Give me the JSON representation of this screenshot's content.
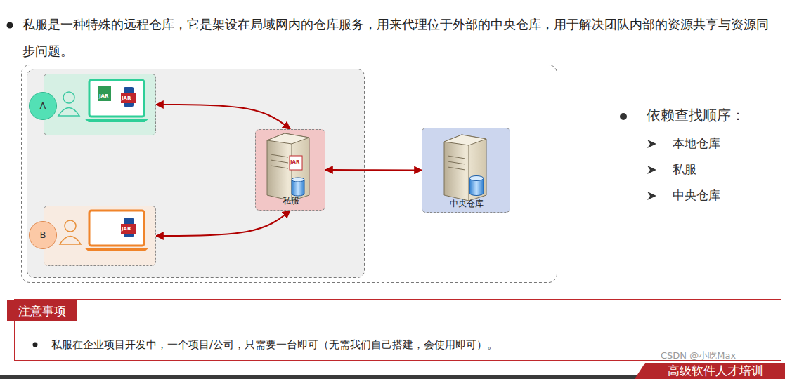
{
  "diagram": {
    "nodes": [
      {
        "text": [
          "A"
        ]
      },
      {
        "text": [
          "私服"
        ]
      },
      {
        "text": [
          "中央仓库"
        ]
      },
      {
        "text": [
          "B"
        ]
      },
      {
        "text": [
          "注意事项",
          "私服在企业项目开发中，一个项目/公司，只需要一台即可（无需我们自己搭建，会使用即可）。"
        ]
      },
      {
        "text": [
          "高级软件人才培训"
        ]
      }
    ],
    "edges": [
      {
        "from": 0,
        "to": 1,
        "arrow": "both"
      },
      {
        "from": 3,
        "to": 1,
        "arrow": "both"
      },
      {
        "from": 1,
        "to": 2,
        "arrow": "both"
      }
    ],
    "labels": [
      "私服是一种特殊的远程仓库，它是架设在局域网内的仓库服务，用来代理位于外部的中央仓库，用于解决团队内部的资源共享与资源同步问题。",
      "依赖查找顺序：",
      "本地仓库",
      "私服",
      "中央仓库",
      "CSDN @小吃Max",
      "JAR",
      "JAR",
      "JAR",
      "JAR"
    ]
  }
}
